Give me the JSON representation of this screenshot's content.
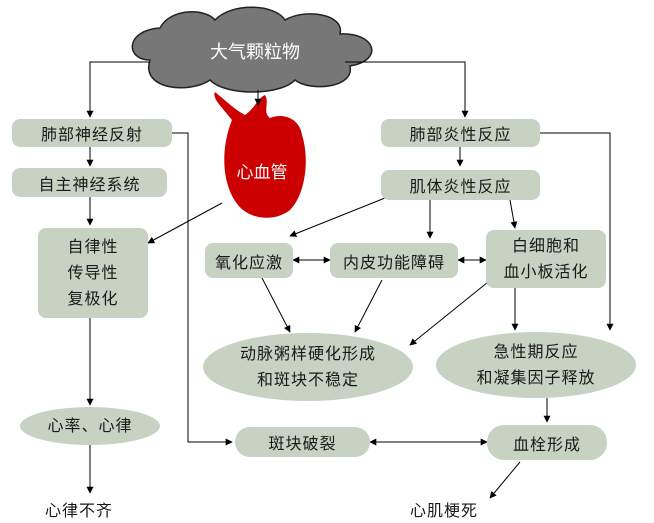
{
  "cloud": {
    "label": "大气颗粒物",
    "color": "#777777"
  },
  "heart": {
    "label": "心血管",
    "color": "#cc0000"
  },
  "nodes": {
    "lung_reflex": "肺部神经反射",
    "autonomic": "自主神经系统",
    "rhythm_line1": "自律性",
    "rhythm_line2": "传导性",
    "rhythm_line3": "复极化",
    "heart_rate": "心率、心律",
    "arrhythmia": "心律不齐",
    "lung_inflam": "肺部炎性反应",
    "body_inflam": "肌体炎性反应",
    "oxidative": "氧化应激",
    "endothelial": "内皮功能障碍",
    "wbc_line1": "白细胞和",
    "wbc_line2": "血小板活化",
    "athero_line1": "动脉粥样硬化形成",
    "athero_line2": "和斑块不稳定",
    "acute_line1": "急性期反应",
    "acute_line2": "和凝集因子释放",
    "plaque": "斑块破裂",
    "thrombus": "血栓形成",
    "mi": "心肌梗死"
  },
  "colors": {
    "node_fill": "#c7d2c2",
    "arrow": "#000000"
  }
}
